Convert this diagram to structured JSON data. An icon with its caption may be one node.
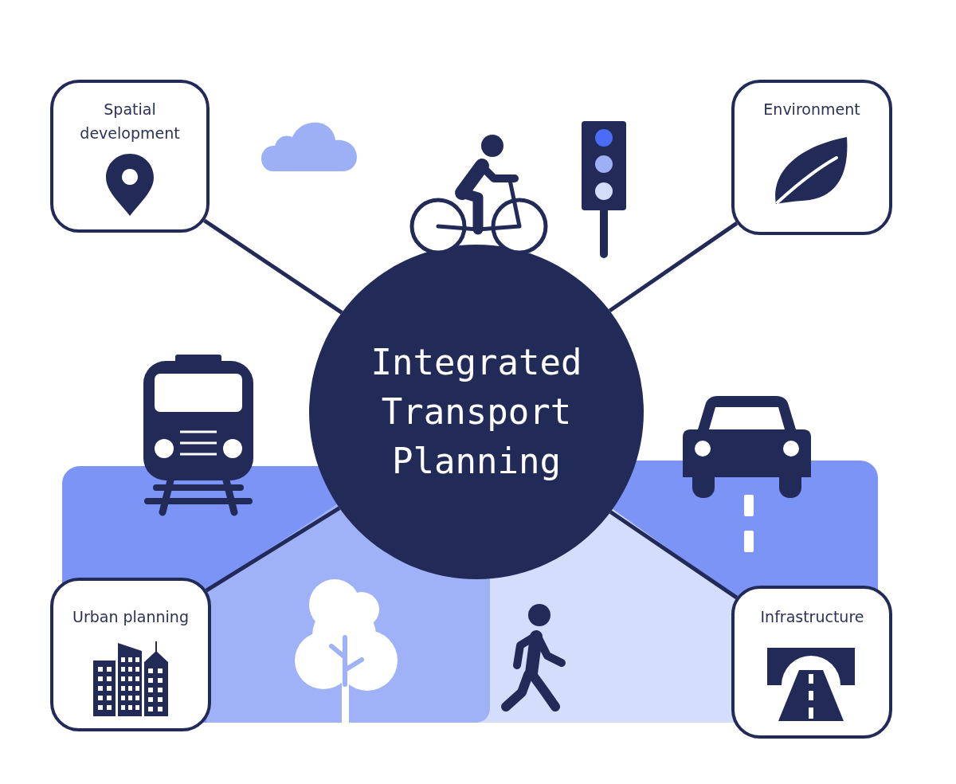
{
  "diagram": {
    "nodes": [
      {
        "text": [
          "Spatial development"
        ]
      },
      {
        "text": [
          "Environment"
        ]
      },
      {
        "text": [
          "Integrated Transport Planning"
        ]
      },
      {
        "text": [
          "Urban planning"
        ]
      },
      {
        "text": [
          "Infrastructure"
        ]
      }
    ],
    "edges": [
      {
        "from": 2,
        "to": 0,
        "arrow": "none"
      },
      {
        "from": 2,
        "to": 1,
        "arrow": "none"
      },
      {
        "from": 2,
        "to": 3,
        "arrow": "none"
      },
      {
        "from": 2,
        "to": 4,
        "arrow": "none"
      }
    ]
  }
}
